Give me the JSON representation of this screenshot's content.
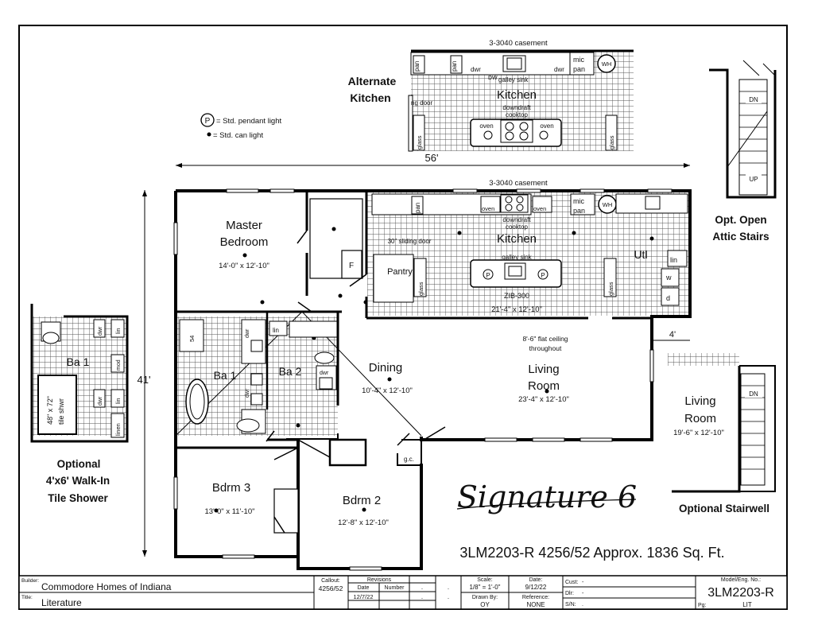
{
  "plan": {
    "name": "Signature 6",
    "model_line": "3LM2203-R 4256/52 Approx. 1836 Sq. Ft.",
    "dim_width": "56'",
    "dim_depth": "41'",
    "dim_bump": "4'",
    "casement_top": "3-3040 casement",
    "casement_alt": "3-3040 casement"
  },
  "legend": {
    "pendant_symbol": "P",
    "pendant_label": "= Std. pendant light",
    "can_label": "= Std. can light"
  },
  "rooms": {
    "master_name_1": "Master",
    "master_name_2": "Bedroom",
    "master_dim": "14'-0\" x 12'-10\"",
    "kitchen_name": "Kitchen",
    "kitchen_dim": "21'-4\" x 12'-10\"",
    "kitchen_model": "ZIB-300",
    "galley_sink": "galley sink",
    "downdraft_1": "downdraft",
    "downdraft_2": "cooktop",
    "sliding_door": "30\" sliding door",
    "pantry": "Pantry",
    "utl": "Utl",
    "lin": "lin",
    "w": "w",
    "d": "d",
    "wh": "WH",
    "mic": "mic",
    "pan": "pan",
    "oven": "oven",
    "dw": "dw",
    "glass": "glass",
    "f": "F",
    "ceiling_1": "8'-6\" flat ceiling",
    "ceiling_2": "throughout",
    "living_name_1": "Living",
    "living_name_2": "Room",
    "living_dim": "23'-4\" x 12'-10\"",
    "dining_name": "Dining",
    "dining_dim": "10'-4\" x 12'-10\"",
    "ba1": "Ba 1",
    "ba2": "Ba 2",
    "dwr": "dwr",
    "size54": "54",
    "bdrm3_name": "Bdrm 3",
    "bdrm3_dim": "13'-0\" x 11'-10\"",
    "bdrm2_name": "Bdrm 2",
    "bdrm2_dim": "12'-8\" x 12'-10\"",
    "gc": "g.c."
  },
  "alt_kitchen": {
    "title_1": "Alternate",
    "title_2": "Kitchen",
    "name": "Kitchen",
    "galley_sink": "galley sink",
    "downdraft_1": "downdraft",
    "downdraft_2": "cooktop",
    "ng_door": "ng door",
    "pan": "pan",
    "dwr": "dwr",
    "dw": "DW",
    "mic": "mic",
    "oven": "oven",
    "glass": "glass",
    "wh": "WH"
  },
  "attic": {
    "title_1": "Opt. Open",
    "title_2": "Attic Stairs",
    "dn": "DN",
    "up": "UP"
  },
  "stairwell": {
    "room_1": "Living",
    "room_2": "Room",
    "dim": "19'-6\" x 12'-10\"",
    "dn": "DN",
    "caption": "Optional Stairwell"
  },
  "shower": {
    "ba": "Ba 1",
    "shwr_1": "48\" x 72\"",
    "shwr_2": "tile shwr",
    "linen": "linen",
    "lin": "lin",
    "dwr": "dwr",
    "mod": "mod",
    "caption_1": "Optional",
    "caption_2": "4'x6' Walk-In",
    "caption_3": "Tile Shower"
  },
  "titleblock": {
    "builder_label": "Builder:",
    "builder": "Commodore Homes of Indiana",
    "title_label": "Title:",
    "title": "Literature",
    "callout_label": "Callout:",
    "callout": "4256/52",
    "revisions_label": "Revisions",
    "rev_date_label": "Date",
    "rev_number_label": "Number",
    "rev_date": "12/7/22",
    "dot": ".",
    "scale_label": "Scale:",
    "scale": "1/8\" = 1'-0\"",
    "date_label": "Date:",
    "date": "9/12/22",
    "drawn_label": "Drawn By:",
    "drawn": "OY",
    "ref_label": "Reference:",
    "ref": "NONE",
    "cust_label": "Cust:",
    "cust": "-",
    "dlr_label": "Dlr:",
    "dlr": "-",
    "sn_label": "S/N:",
    "sn": ".",
    "model_label": "Model/Eng. No.:",
    "model": "3LM2203-R",
    "pg_label": "Pg:",
    "pg": "LIT"
  }
}
